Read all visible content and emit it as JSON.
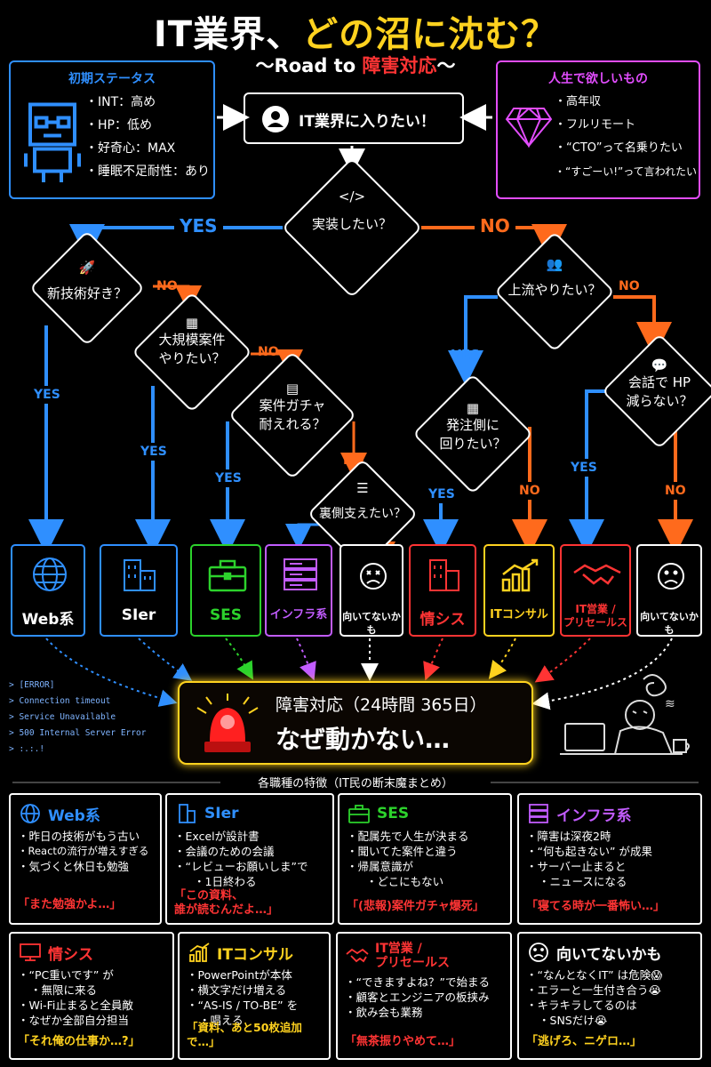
{
  "header": {
    "title_part1": "IT業界、",
    "title_part2": "どの沼に沈む？",
    "subtitle_part1": "〜Road to ",
    "subtitle_part2": "障害対応",
    "subtitle_part3": "〜"
  },
  "status": {
    "title": "初期ステータス",
    "items": [
      "INT：高め",
      "HP：低め",
      "好奇心：MAX",
      "睡眠不足耐性：あり"
    ]
  },
  "start": {
    "label": "IT業界に入りたい！"
  },
  "desires": {
    "title": "人生で欲しいもの",
    "items": [
      "高年収",
      "フルリモート",
      "“CTO”って名乗りたい",
      "“すごーい!”って言われたい"
    ]
  },
  "questions": {
    "q1": "実装したい？",
    "q1_icon": "</>",
    "q2": "新技術好き？",
    "q3_line1": "大規模案件",
    "q3_line2": "やりたい？",
    "q4_line1": "案件ガチャ",
    "q4_line2": "耐えれる？",
    "q5": "裏側支えたい？",
    "q6": "上流やりたい？",
    "q7_line1": "発注側に",
    "q7_line2": "回りたい？",
    "q8_line1": "会話で HP",
    "q8_line2": "減らない？"
  },
  "labels": {
    "yes_big": "YES",
    "no_big": "NO",
    "yes": "YES",
    "no": "NO"
  },
  "jobs": {
    "web": "Web系",
    "sier": "SIer",
    "ses": "SES",
    "infra": "インフラ系",
    "unfit1": "向いてないかも",
    "jousys": "情シス",
    "consul": "ITコンサル",
    "sales_line1": "IT営業 /",
    "sales_line2": "プリセールス",
    "unfit2": "向いてないかも"
  },
  "alarm": {
    "line1": "障害対応（24時間 365日）",
    "line2": "なぜ動かない…"
  },
  "terminal": {
    "lines": [
      "> [ERROR]",
      "> Connection timeout",
      "> Service Unavailable",
      "> 500 Internal Server Error",
      "> :.:.!"
    ]
  },
  "section": {
    "title": "各職種の特徴（IT民の断末魔まとめ）"
  },
  "cards": {
    "web": {
      "title": "Web系",
      "items": [
        "昨日の技術がもう古い",
        "Reactの流行が増えすぎる",
        "気づくと休日も勉強"
      ],
      "quote": "「また勉強かよ…」"
    },
    "sier": {
      "title": "SIer",
      "items": [
        "Excelが設計書",
        "会議のための会議",
        "“レビューお願いしま”で",
        "1日終わる"
      ],
      "quote1": "「この資料、",
      "quote2": "誰が読むんだよ…」"
    },
    "ses": {
      "title": "SES",
      "items": [
        "配属先で人生が決まる",
        "聞いてた案件と違う",
        "帰属意識が",
        "どこにもない"
      ],
      "quote": "「(悲報)案件ガチャ爆死」"
    },
    "infra": {
      "title": "インフラ系",
      "items": [
        "障害は深夜2時",
        "“何も起きない” が成果",
        "サーバー止まると",
        "ニュースになる"
      ],
      "quote": "「寝てる時が一番怖い…」"
    },
    "jousys": {
      "title": "情シス",
      "items": [
        "“PC重いです” が",
        "無限に来る",
        "Wi-Fi止まると全員敵",
        "なぜか全部自分担当"
      ],
      "quote": "「それ俺の仕事か…?」"
    },
    "consul": {
      "title": "ITコンサル",
      "items": [
        "PowerPointが本体",
        "横文字だけ増える",
        "“AS-IS / TO-BE” を",
        "唱える"
      ],
      "quote": "「資料、あと50枚追加で…」"
    },
    "sales": {
      "title1": "IT営業 /",
      "title2": "プリセールス",
      "items": [
        "“できますよね？”で始まる",
        "顧客とエンジニアの板挟み",
        "飲み会も業務"
      ],
      "quote": "「無茶振りやめて…」"
    },
    "unfit": {
      "title": "向いてないかも",
      "items": [
        "“なんとなくIT” は危険😱",
        "エラーと一生付き合う😭",
        "キラキラしてるのは",
        "SNSだけ😭"
      ],
      "quote": "「逃げろ、ニゲロ…」"
    }
  }
}
